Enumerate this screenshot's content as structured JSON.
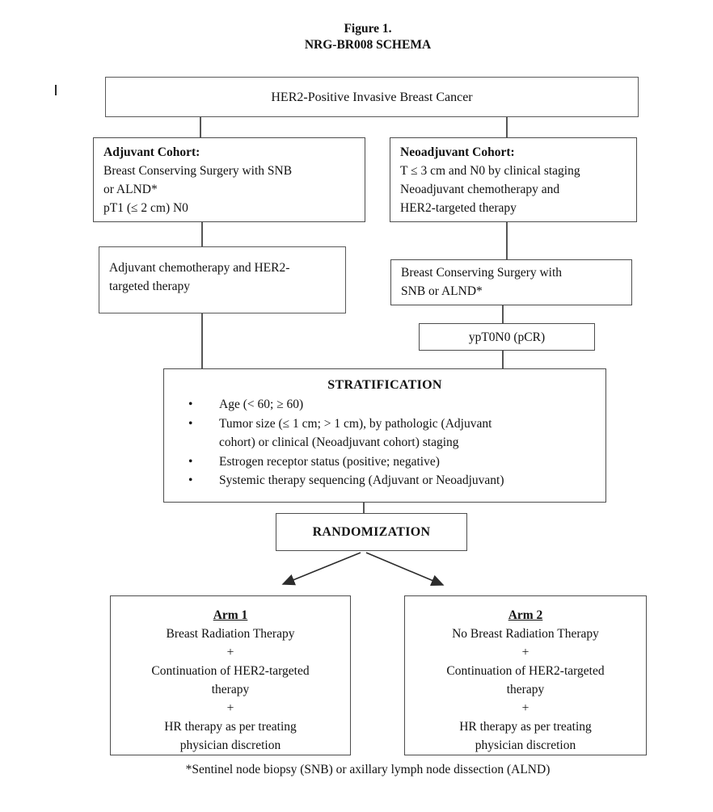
{
  "figure_title": {
    "line1": "Figure 1.",
    "line2": "NRG-BR008 SCHEMA"
  },
  "boxes": {
    "root": {
      "text": "HER2-Positive Invasive Breast Cancer"
    },
    "adjuvant_cohort": {
      "heading": "Adjuvant Cohort:",
      "lines": [
        "Breast Conserving Surgery with SNB",
        "or ALND*",
        "pT1 (≤ 2 cm) N0"
      ]
    },
    "neoadjuvant_cohort": {
      "heading": "Neoadjuvant Cohort:",
      "lines": [
        "T ≤ 3 cm and N0 by clinical staging",
        "Neoadjuvant chemotherapy and",
        "HER2-targeted therapy"
      ]
    },
    "adjuvant_therapy": {
      "lines": [
        "Adjuvant chemotherapy and HER2-",
        "targeted therapy"
      ]
    },
    "breast_conserving_surgery": {
      "lines": [
        "Breast Conserving Surgery with",
        "SNB or ALND*"
      ]
    },
    "pcr": {
      "text": "ypT0N0 (pCR)"
    },
    "stratification": {
      "heading": "STRATIFICATION",
      "bullet_glyph": "•",
      "bullets": [
        {
          "lines": [
            "Age (< 60; ≥ 60)"
          ]
        },
        {
          "lines": [
            "Tumor size (≤ 1 cm; > 1 cm), by pathologic (Adjuvant",
            "cohort) or clinical (Neoadjuvant cohort) staging"
          ]
        },
        {
          "lines": [
            "Estrogen receptor status (positive; negative)"
          ]
        },
        {
          "lines": [
            "Systemic therapy sequencing (Adjuvant or Neoadjuvant)"
          ]
        }
      ]
    },
    "randomization": {
      "heading": "RANDOMIZATION"
    },
    "arm1": {
      "heading": "Arm 1",
      "lines": [
        "Breast Radiation Therapy",
        "+",
        "Continuation of HER2-targeted",
        "therapy",
        "+",
        "HR therapy as per treating",
        "physician discretion"
      ]
    },
    "arm2": {
      "heading": "Arm 2",
      "lines": [
        "No Breast Radiation Therapy",
        "+",
        "Continuation of HER2-targeted",
        "therapy",
        "+",
        "HR therapy as per treating",
        "physician discretion"
      ]
    }
  },
  "footnote": "*Sentinel node biopsy (SNB) or axillary lymph node dissection (ALND)",
  "colors": {
    "background": "#ffffff",
    "text": "#111111",
    "border": "#4d4d4d",
    "line": "#2c2c2c"
  }
}
